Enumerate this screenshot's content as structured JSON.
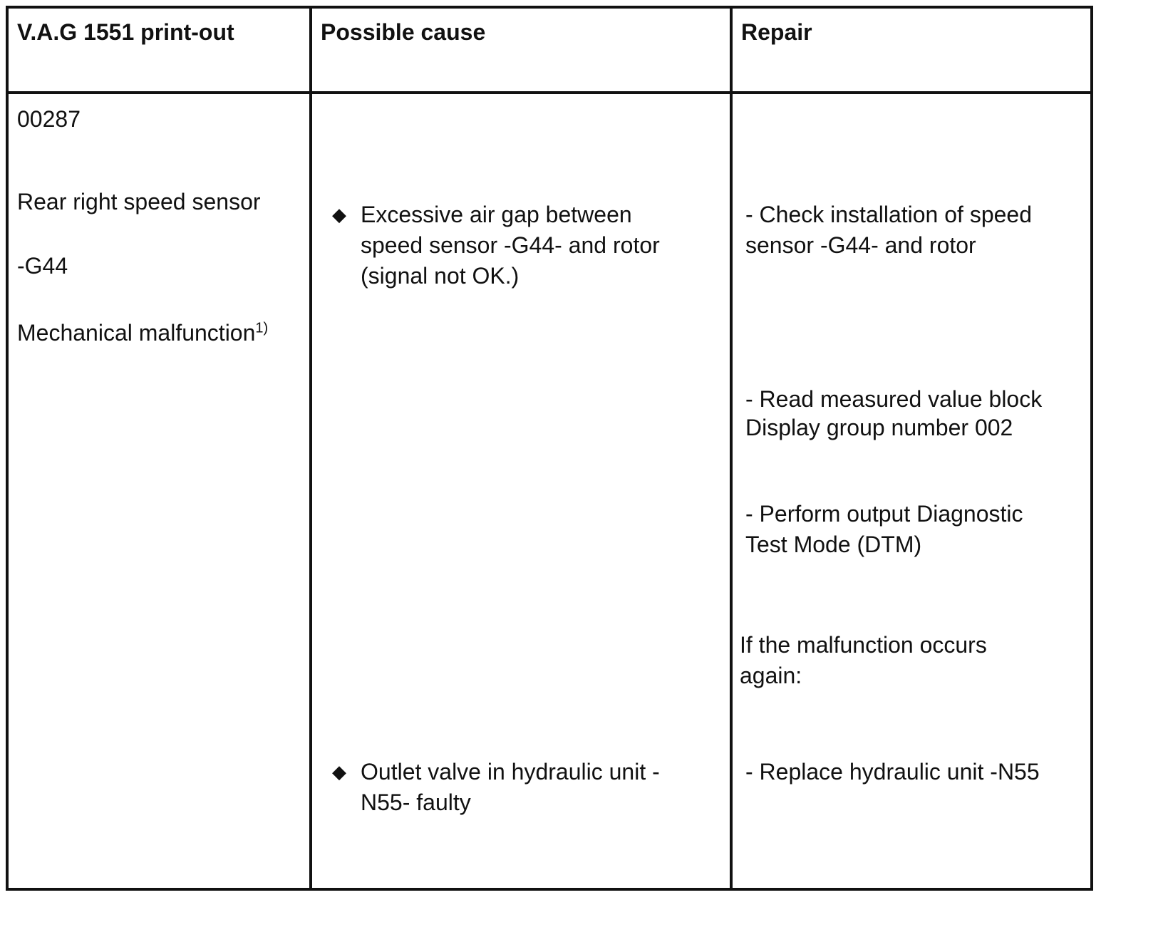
{
  "table": {
    "headers": {
      "printout": "V.A.G 1551 print-out",
      "cause": "Possible cause",
      "repair": "Repair"
    },
    "printout": {
      "code": "00287",
      "component": "Rear right speed sensor",
      "component_id": "-G44",
      "fault": "Mechanical malfunction",
      "fault_note": "1)"
    },
    "causes": [
      {
        "text": "Excessive air gap between\nspeed sensor -G44- and rotor\n(signal not OK.)"
      },
      {
        "text": "Outlet valve in hydraulic unit -\nN55- faulty"
      }
    ],
    "repairs": {
      "check_installation": "- Check installation of speed\nsensor -G44- and rotor",
      "read_measured": "- Read measured value block\n Display group  number 002",
      "perform_dtm": "- Perform output Diagnostic\nTest Mode (DTM)",
      "if_occurs": "If the malfunction occurs\nagain:",
      "replace_unit": "- Replace hydraulic unit -N55"
    },
    "bullet_icon": "diamond-bullet"
  }
}
